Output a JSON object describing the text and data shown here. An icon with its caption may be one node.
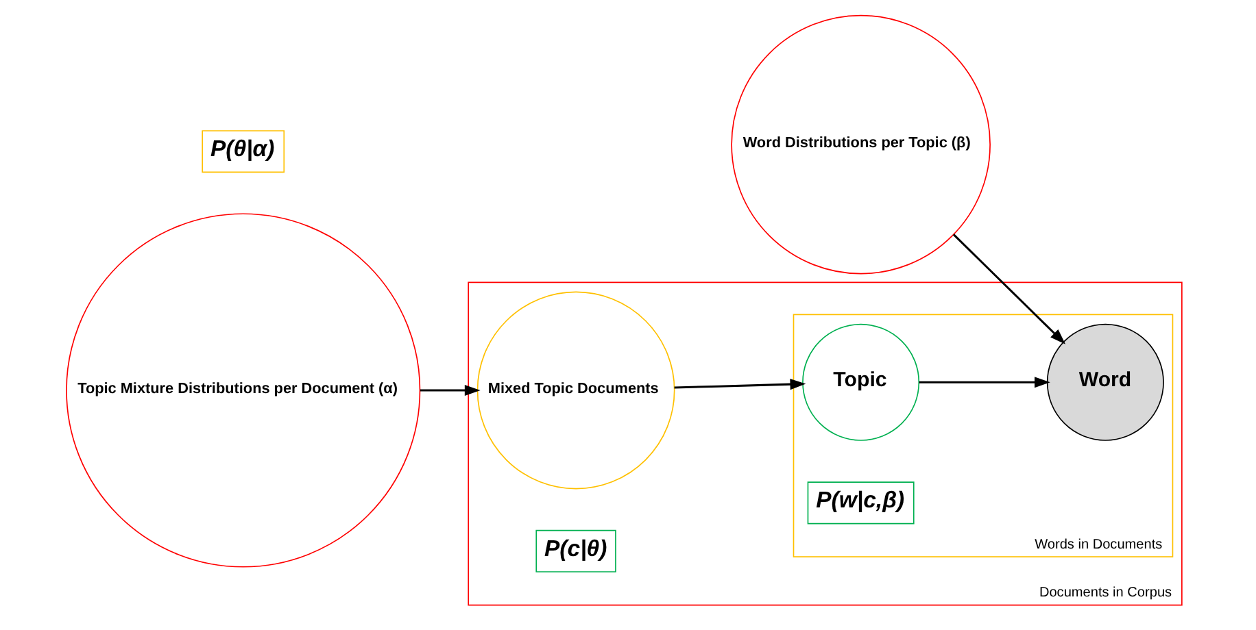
{
  "diagram": {
    "nodes": [
      {
        "text": [
          "Word Distributions per Topic (β)"
        ]
      },
      {
        "text": [
          "Documents in Corpus"
        ]
      },
      {
        "text": [
          "Topic Mixture Distributions per Document (α)"
        ]
      },
      {
        "text": [
          "Mixed Topic Documents"
        ],
        "in": 1
      },
      {
        "text": [
          "Words in Documents"
        ],
        "in": 1
      },
      {
        "text": [
          "Topic"
        ],
        "in": 4
      },
      {
        "text": [
          "Word"
        ],
        "in": 4
      },
      {
        "text": [
          "P(θ|α)"
        ]
      },
      {
        "text": [
          "P(c|θ)"
        ],
        "in": 1
      },
      {
        "text": [
          "P(w|c,β)"
        ],
        "in": 4
      }
    ],
    "edges": [
      {
        "from": 2,
        "to": 3,
        "arrow": "to"
      },
      {
        "from": 3,
        "to": 5,
        "arrow": "to"
      },
      {
        "from": 5,
        "to": 6,
        "arrow": "to"
      },
      {
        "from": 0,
        "to": 6,
        "arrow": "to"
      }
    ]
  }
}
